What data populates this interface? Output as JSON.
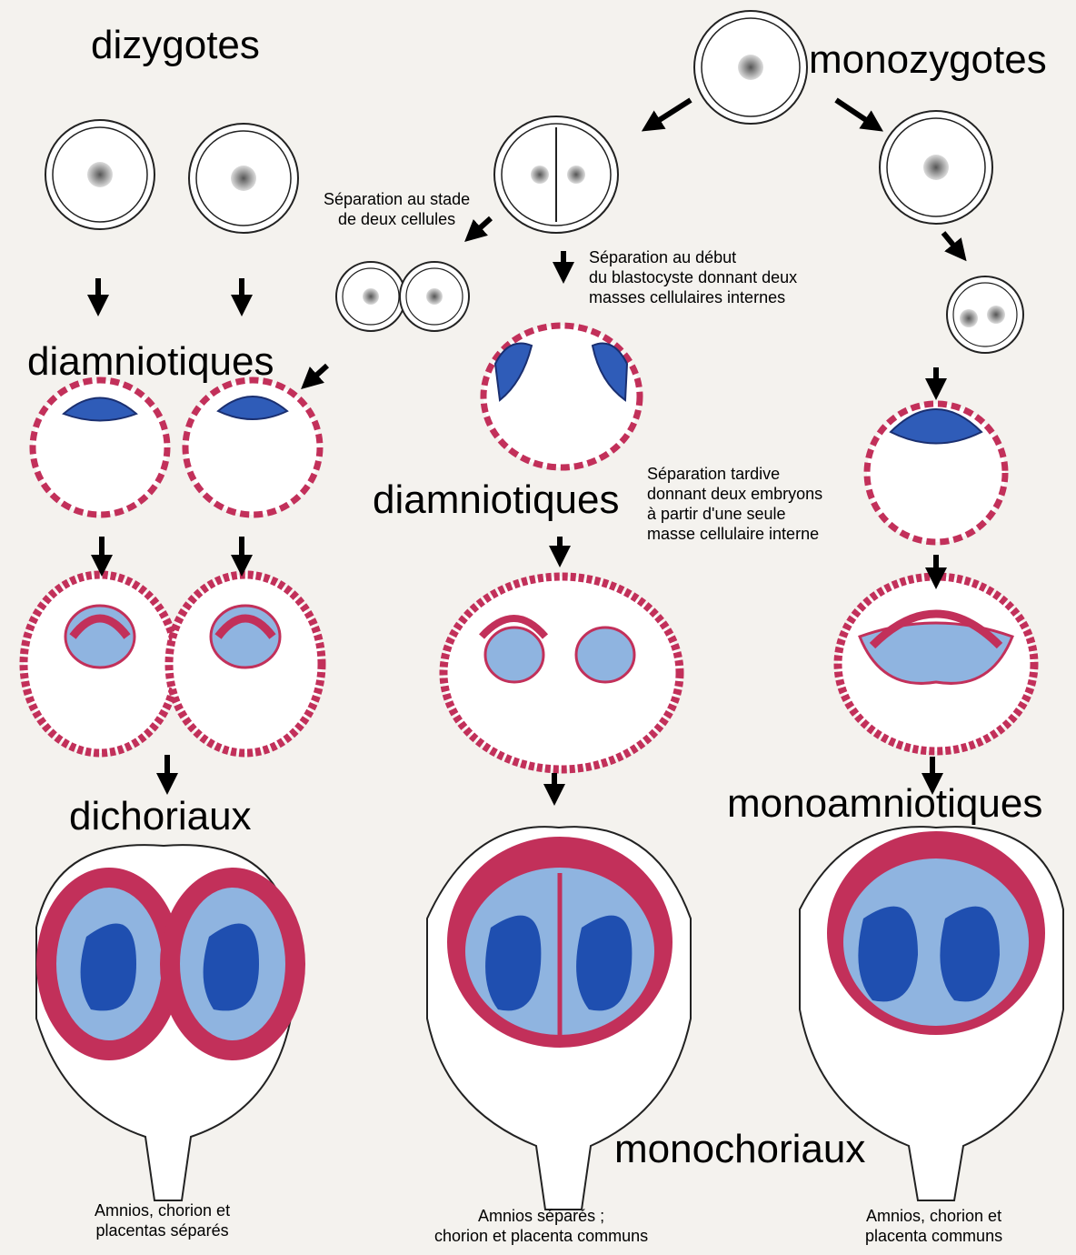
{
  "labels": {
    "dizygotes": "dizygotes",
    "monozygotes": "monozygotes",
    "diamniotiques_left": "diamniotiques",
    "diamniotiques_middle": "diamniotiques",
    "dichoriaux": "dichoriaux",
    "monoamniotiques": "monoamniotiques",
    "monochoriaux": "monochoriaux"
  },
  "annotations": {
    "separation_two_cells": "Séparation au stade\nde deux cellules",
    "separation_blastocyst": "Séparation au début\ndu blastocyste donnant deux\nmasses cellulaires internes",
    "separation_late": "Séparation tardive\ndonnant deux embryons\nà partir d'une seule\nmasse cellulaire interne"
  },
  "captions": {
    "left": "Amnios, chorion et\nplacentas séparés",
    "middle": "Amnios séparés ;\nchorion et placenta communs",
    "right": "Amnios, chorion et\nplacenta communs"
  },
  "colors": {
    "chorion": "#b8304f",
    "chorion_light": "#d4607a",
    "amnion_fill": "#8fb4e0",
    "embryo": "#1f4fb0",
    "placenta": "#c2305a",
    "cell_mass": "#2f5cb8",
    "nucleus": "#bfbfbf"
  }
}
